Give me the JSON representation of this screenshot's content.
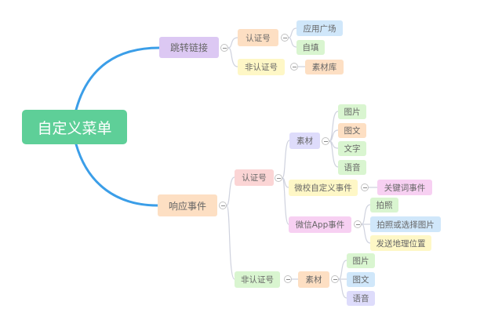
{
  "mindmap": {
    "root": "自定义菜单",
    "branches": [
      {
        "label": "跳转链接",
        "children": [
          {
            "label": "认证号",
            "children": [
              {
                "label": "应用广场"
              },
              {
                "label": "自填"
              }
            ]
          },
          {
            "label": "非认证号",
            "children": [
              {
                "label": "素材库"
              }
            ]
          }
        ]
      },
      {
        "label": "响应事件",
        "children": [
          {
            "label": "认证号",
            "children": [
              {
                "label": "素材",
                "children": [
                  {
                    "label": "图片"
                  },
                  {
                    "label": "图文"
                  },
                  {
                    "label": "文字"
                  },
                  {
                    "label": "语音"
                  }
                ]
              },
              {
                "label": "微校自定义事件",
                "children": [
                  {
                    "label": "关键词事件"
                  }
                ]
              },
              {
                "label": "微信App事件",
                "children": [
                  {
                    "label": "拍照"
                  },
                  {
                    "label": "拍照或选择图片"
                  },
                  {
                    "label": "发送地理位置"
                  }
                ]
              }
            ]
          },
          {
            "label": "非认证号",
            "children": [
              {
                "label": "素材",
                "children": [
                  {
                    "label": "图片"
                  },
                  {
                    "label": "图文"
                  },
                  {
                    "label": "语音"
                  }
                ]
              }
            ]
          }
        ]
      }
    ]
  },
  "colors": {
    "root": "#5ecf98",
    "branch_purple": "#dcc8f3",
    "branch_orange": "#fddfc3",
    "node_yellow": "#fef7c6",
    "node_blue": "#d0e7fa",
    "node_green": "#d9f5d0",
    "node_pink": "#fbd5d5",
    "node_violet": "#dedcfb",
    "node_magenta": "#f7d0f2",
    "main_line": "#3b9ee8",
    "thin_line": "#cfd2de"
  }
}
